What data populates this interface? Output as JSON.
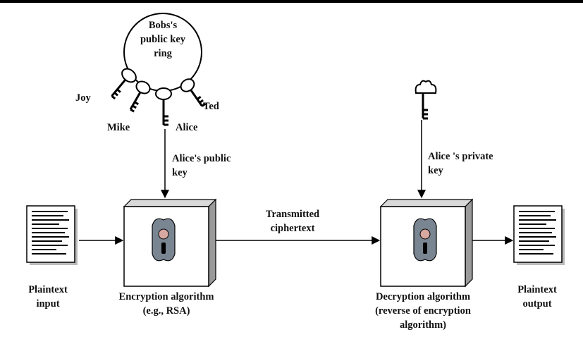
{
  "ring": {
    "title_lines": [
      "Bobs's",
      "public key",
      "ring"
    ]
  },
  "keyholders": {
    "joy": "Joy",
    "mike": "Mike",
    "alice": "Alice",
    "ted": "Ted"
  },
  "public_key_label": [
    "Alice's public",
    "key"
  ],
  "private_key_label": [
    "Alice 's private",
    "key"
  ],
  "transmitted_label": [
    "Transmitted",
    "ciphertext"
  ],
  "plaintext_input_label": [
    "Plaintext",
    "input"
  ],
  "encryption_label": [
    "Encryption algorithm",
    "(e.g., RSA)"
  ],
  "decryption_label": [
    "Decryption algorithm",
    "(reverse of encryption",
    "algorithm)"
  ],
  "plaintext_output_label": [
    "Plaintext",
    "output"
  ],
  "colors": {
    "box_face": "#ffffff",
    "box_shade": "#a9a9a9",
    "lock_plate": "#7a8592",
    "lock_knob": "#d7a8a0",
    "line": "#000000"
  },
  "icons": [
    "document-icon",
    "key-icon",
    "lock-icon",
    "key-ring-icon"
  ]
}
